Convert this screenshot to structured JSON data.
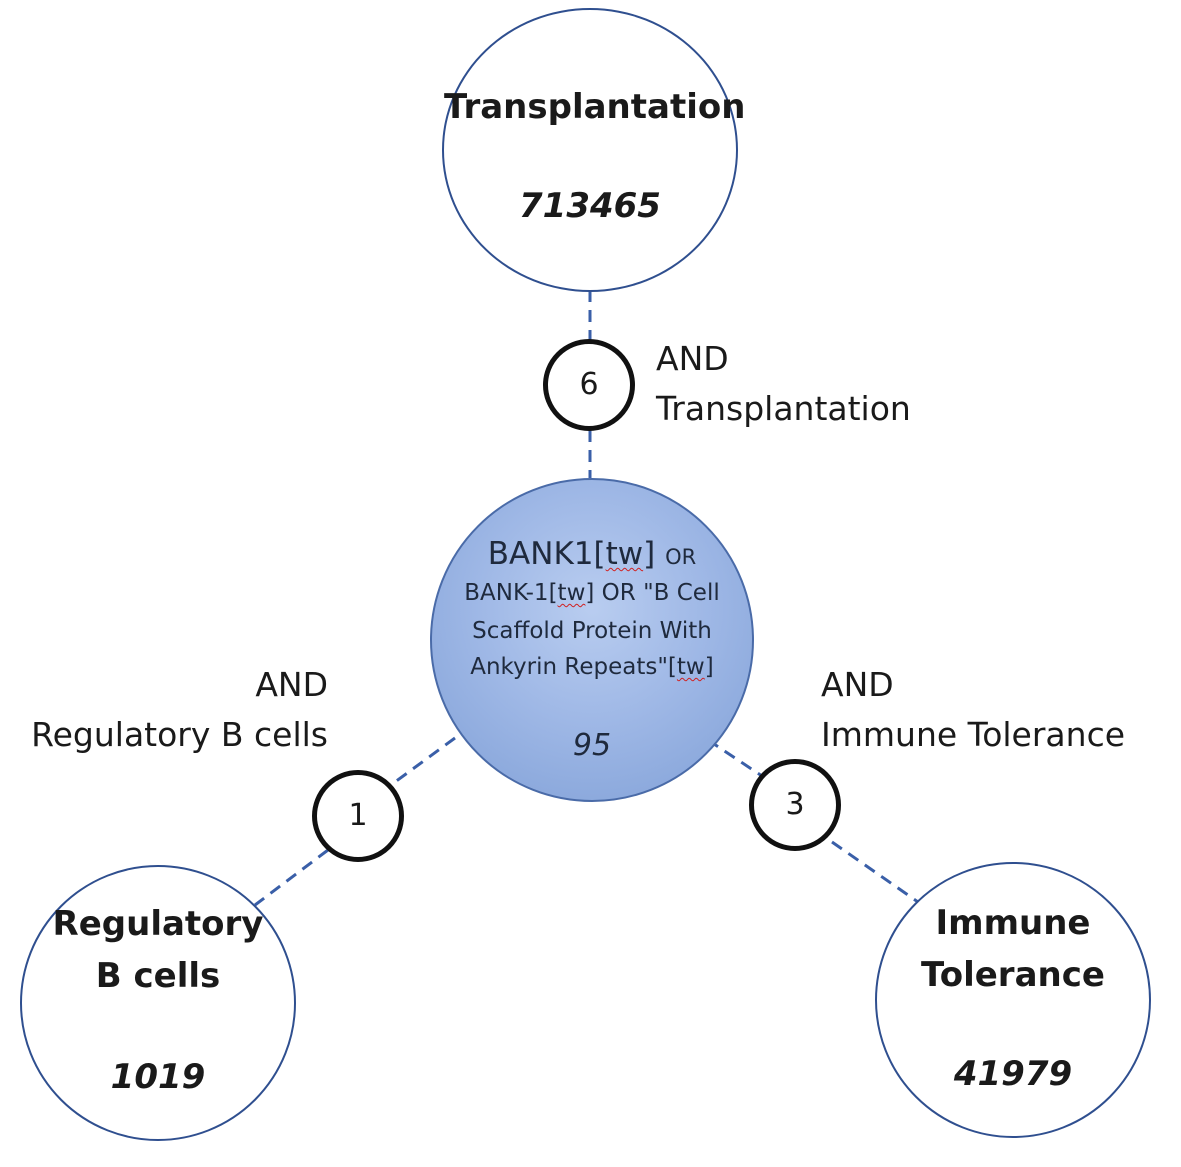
{
  "center": {
    "line1": "BANK1[",
    "tw1": "tw",
    "line1_end": "]",
    "or1": "OR",
    "line2": "BANK-1[",
    "tw2": "tw",
    "line2_end": "] OR \"B Cell",
    "line3": "Scaffold Protein With",
    "line4": "Ankyrin Repeats\"[",
    "tw3": "tw",
    "line4_end": "]",
    "count": "95"
  },
  "nodes": {
    "transplantation": {
      "title": "Transplantation",
      "count": "713465"
    },
    "regulatory": {
      "title_line1": "Regulatory",
      "title_line2": "B cells",
      "count": "1019"
    },
    "immune": {
      "title_line1": "Immune",
      "title_line2": "Tolerance",
      "count": "41979"
    }
  },
  "steps": {
    "transplantation": "6",
    "regulatory": "1",
    "immune": "3"
  },
  "operators": {
    "transplantation": {
      "op": "AND",
      "term": "Transplantation"
    },
    "regulatory": {
      "op": "AND",
      "term": "Regulatory B cells"
    },
    "immune": {
      "op": "AND",
      "term": "Immune Tolerance"
    }
  },
  "colors": {
    "node_border": "#2f4f8f",
    "connector": "#3a5fa8",
    "center_fill": "#9fb8e6",
    "squiggle": "#d02020"
  }
}
